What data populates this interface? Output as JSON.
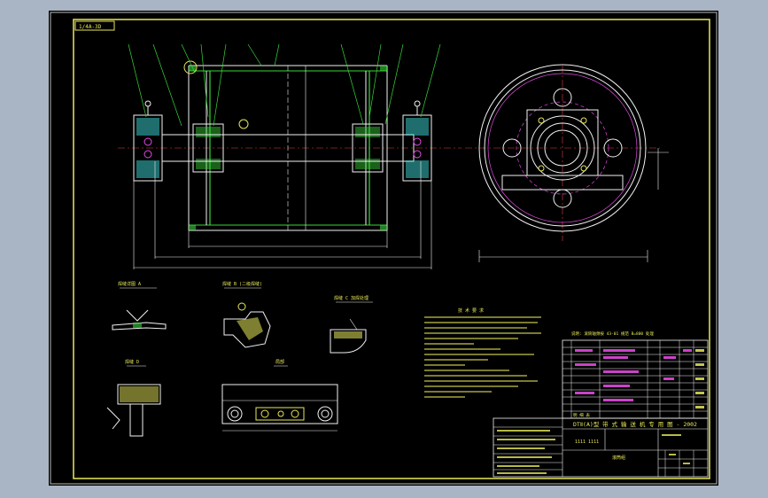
{
  "drawing": {
    "tag_top_left": "1/4A-3D",
    "title_line": "DTⅡ(A)型  带 式 输 送 机 专 用 图 - 2002",
    "part_name": "滚筒组",
    "code_small": "1111  1111",
    "section_labels": [
      "焊缝详图 A",
      "焊缝 B (二级焊缝)",
      "焊缝 C 加焊处理",
      "焊缝 D",
      "局部"
    ],
    "tech_requirements_title": "技 术 要 求",
    "note_line": "说明: 滚筒轴颈按 43-01 规范 B=800 处理",
    "table_header": "明 细 表"
  },
  "colors": {
    "background": "#a9b5c4",
    "sheet": "#000000",
    "border_yellow": "#e8e85a",
    "line_white": "#f2f2f2",
    "line_green": "#39d639",
    "line_magenta": "#e04be0",
    "line_cyan": "#3fd9d9",
    "line_red": "#e04040"
  }
}
